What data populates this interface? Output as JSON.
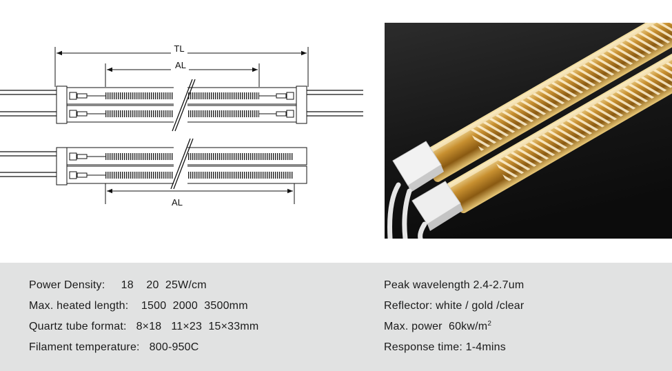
{
  "diagram": {
    "total_length_label": "TL",
    "arc_length_label_top": "AL",
    "arc_length_label_bottom": "AL"
  },
  "specs": {
    "left": [
      "Power Density:     18    20  25W/cm",
      "Max. heated length:    1500  2000  3500mm",
      "Quartz tube format:   8×18   11×23  15×33mm",
      "Filament temperature:   800-950C"
    ],
    "right": [
      "Peak wavelength 2.4-2.7um",
      "Reflector: white / gold /clear"
    ],
    "max_power_label": "Max. power  60kw/m",
    "max_power_superscript": "2",
    "response_time": "Response time: 1-4mins"
  }
}
